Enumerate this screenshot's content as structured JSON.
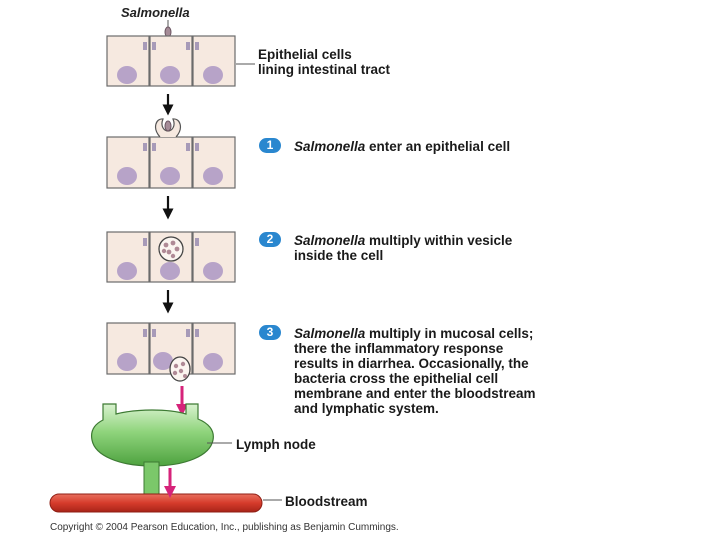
{
  "top_label": "Salmonella",
  "epithelial_label": "Epithelial cells\nlining intestinal tract",
  "steps": [
    {
      "number": "1",
      "italic": "Salmonella",
      "text": " enter an epithelial cell"
    },
    {
      "number": "2",
      "italic": "Salmonella",
      "text": " multiply within vesicle\ninside the cell"
    },
    {
      "number": "3",
      "italic": "Salmonella",
      "text": " multiply in mucosal cells;\nthere the inflammatory response\nresults in diarrhea. Occasionally, the\nbacteria cross the epithelial cell\nmembrane and enter the bloodstream\nand lymphatic system."
    }
  ],
  "lymph_label": "Lymph node",
  "blood_label": "Bloodstream",
  "copyright": "Copyright © 2004 Pearson Education, Inc., publishing as Benjamin Cummings.",
  "colors": {
    "cell_fill": "#f6e9e0",
    "cell_stroke": "#6b6b6b",
    "nucleus": "#b7a3c8",
    "junction": "#a79ab8",
    "number_badge": "#2a87cf",
    "lymph": "#7bc86a",
    "blood": "#d63b2b",
    "arrow_magenta": "#d6237a"
  }
}
